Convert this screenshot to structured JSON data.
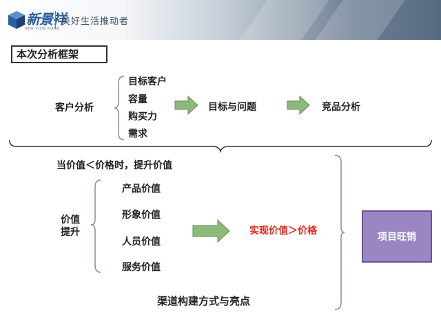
{
  "header": {
    "logo_text": "新景祥",
    "logo_sub": "NEW VIEW XIANG",
    "slogan": "美好生活推动者"
  },
  "title": "本次分析框架",
  "section1": {
    "root": "客户分析",
    "items": [
      "目标客户",
      "容量",
      "购买力",
      "需求"
    ],
    "step2": "目标与问题",
    "step3": "竞品分析"
  },
  "section2": {
    "heading": "当价值＜价格时，提升价值",
    "root": "价值提升",
    "root_line1": "价值",
    "root_line2": "提升",
    "items": [
      "产品价值",
      "形象价值",
      "人员价值",
      "服务价值"
    ],
    "result": "实现价值＞价格",
    "channel": "渠道构建方式与亮点"
  },
  "outcome": "项目旺销",
  "colors": {
    "arrow_fill": "#8dba7a",
    "arrow_stroke": "#5e8d52",
    "brace_stroke": "#7f8fa3",
    "result_text": "#e8251c",
    "box_fill": "#9a86c3",
    "box_border": "#6a4f99"
  },
  "icons": [
    "logo-cube-icon",
    "right-arrow-icon"
  ]
}
